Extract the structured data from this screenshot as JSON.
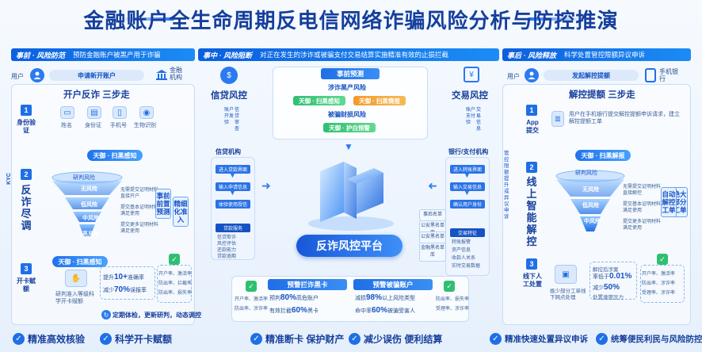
{
  "title": "金融账户全生命周期反电信网络诈骗风险分析与防控推演",
  "phases": [
    {
      "name": "事前 · 风险防范",
      "desc": "预防金融账户被黑产用于诈骗"
    },
    {
      "name": "事中 · 风险阻断",
      "desc": "对正在发生的涉诈或被骗支付交易结算实施精准有效的止损拦截"
    },
    {
      "name": "事后 · 风险释放",
      "desc": "科学处置管控限额异议申诉"
    }
  ],
  "left": {
    "user": "用户",
    "apply": "申请新开账户",
    "bank": "金融机构",
    "heading": "开户反诈 三步走",
    "step1": "身份验证",
    "id_items": [
      "姓名",
      "身份证",
      "手机号",
      "生物识别"
    ],
    "tianyu_perceive": "天御 · 扫黑感知",
    "kyc": "KYC",
    "step2": "反诈尽调",
    "funnel_layers": [
      "研判风险",
      "无风险",
      "低风险",
      "中风险",
      "高风险"
    ],
    "funnel_notes": [
      "无需提交证明材料直接开户",
      "提交基本证明材料满足使用",
      "提交更多证明材料满足使用"
    ],
    "precise_box": "精细化准入",
    "before_box": "事前前置预测",
    "step3": "开卡赋额",
    "tianyu_monitor": "天御 · 扫黑感知",
    "hb_text": "研判准入等级科学开卡赋额",
    "stat_prefix": "提升",
    "stat_value1": "10+",
    "stat_label1": "准确率",
    "stat_value2": "70%",
    "stat_label2": "误报率",
    "hb_note": "减少",
    "shield_items": [
      "开户率、激活率",
      "防出率、拦截率",
      "防出率、损失率"
    ],
    "sub_text": "定期体检，更新研判，动态调控",
    "footer1": "精准高效核验",
    "footer2": "科学开卡赋额"
  },
  "middle": {
    "credit": "信贷风控",
    "prevention": "事前预测",
    "involved": "涉诈黑产风险",
    "pill_perceive": "天御 · 扫黑感知",
    "pill_intel": "天御 · 扫黑情报",
    "defrauded": "被骗财损风险",
    "pill_protect": "天御 · 护白预警",
    "trade": "交易风控",
    "credit_org": "信贷机构",
    "bank_org": "银行/支付机构",
    "left_chain": [
      "进入贷款界面",
      "输入申请信息",
      "体验使用授信"
    ],
    "left_chain_bottom": "贷款服务",
    "left_bottom": [
      "信贷欺诈",
      "风控评估",
      "还款能力",
      "贷款逾期"
    ],
    "left_labels": [
      "账户开发验",
      "信贷审查"
    ],
    "right_chain": [
      "进入转账界面",
      "输入交易信息",
      "确认用户身份"
    ],
    "right_chain_bottom": "交易特征",
    "right_bottom": [
      "转账报警",
      "资产信息",
      "收款人关系",
      "实时交易数据"
    ],
    "right_labels": [
      "账户支付验",
      "交易信息"
    ],
    "mid_tags": [
      "事后名单",
      "公安黑名单库",
      "公安黑名单",
      "金融黑名单库"
    ],
    "platform": "反诈风控平台",
    "card1": "预警拦诈黑卡",
    "card2": "预警被骗账户",
    "card1_stats": [
      {
        "prefix": "预判",
        "v": "80%",
        "t": "高危账户"
      },
      {
        "prefix": "有效拦截",
        "v": "60%",
        "t": "黑卡"
      }
    ],
    "card2_stats": [
      {
        "prefix": "减损",
        "v": "98%",
        "t": "以上风险类型"
      },
      {
        "prefix": "命中率",
        "v": "60%",
        "t": "被骗受害人"
      }
    ],
    "left_shield": [
      "开户率、激活率",
      "防出率、涉诈率"
    ],
    "right_shield": [
      "防出率、损失率",
      "受理率、涉诈率"
    ],
    "footer1": "精准断卡 保护财产",
    "footer2": "减少误伤 便利结算"
  },
  "right": {
    "user": "用户",
    "apply": "发起解控提额",
    "bank": "手机银行",
    "heading": "解控提额 三步走",
    "step1": "App 提交",
    "note": "用户在手机银行提交解控提额申诉请求，建立解控提额工单",
    "tianyu": "天御 · 扫黑解报",
    "step2": "线上智能解控",
    "funnel_layers": [
      "研判风险",
      "无风险",
      "低风险",
      "中风险"
    ],
    "funnel_notes": [
      "无需提交证明材料直接解控",
      "提交基本证明材料满足使用",
      "提交更多证明材料满足使用"
    ],
    "auto_box": "自动解控工单",
    "part_box": "绝大部分工单",
    "side_label": "管控限额提升或异议申诉",
    "step3": "线下人工处置",
    "stat1": "解控后涉案",
    "stat1_v": "0.01%",
    "stat1_p": "率低于",
    "stat2_p": "减少",
    "stat2_v": "50%",
    "stat2_t": "处置速度压力",
    "mid_note": "极少部分工单线下网点处理",
    "shield_items": [
      "开户率、激活率",
      "防出率、涉诈率",
      "受理率、涉诈率"
    ],
    "footer1": "精准快速处置异议申诉",
    "footer2": "统筹便民利民与风险防控"
  },
  "colors": {
    "primary": "#1f6fe6",
    "title": "#163f9c",
    "green": "#2fbf71",
    "orange": "#f39a2c"
  }
}
